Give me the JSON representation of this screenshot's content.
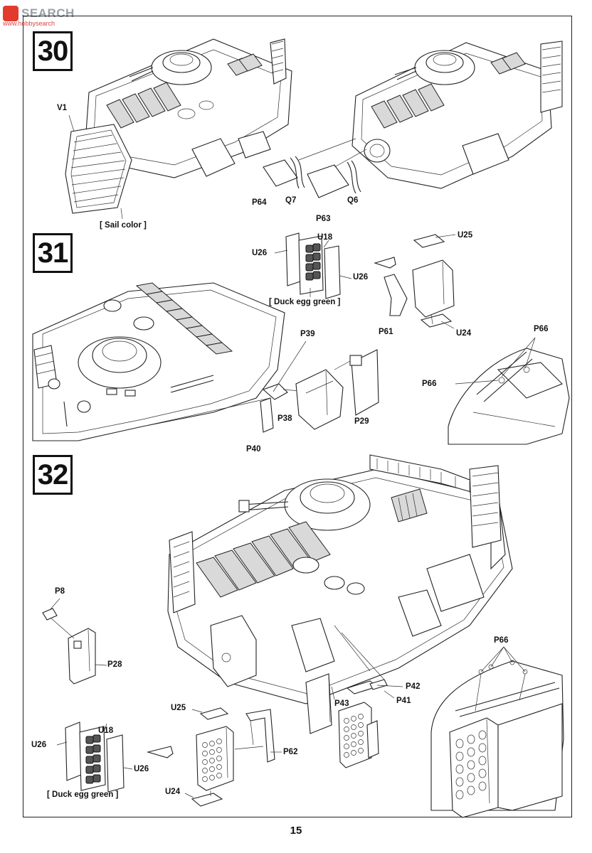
{
  "watermark": {
    "brand": "SEARCH",
    "sub": "www.hobbysearch"
  },
  "page_number": "15",
  "steps": [
    {
      "number": "30",
      "labels": {
        "v1": "V1",
        "p64": "P64",
        "q7": "Q7",
        "p63": "P63",
        "q6": "Q6"
      },
      "note": "[ Sail color ]"
    },
    {
      "number": "31",
      "labels": {
        "u26a": "U26",
        "u18": "U18",
        "u26b": "U26",
        "u25": "U25",
        "p61": "P61",
        "u24": "U24",
        "p39": "P39",
        "p38": "P38",
        "p40": "P40",
        "p29": "P29",
        "p66a": "P66",
        "p66b": "P66"
      },
      "note": "[ Duck egg green ]"
    },
    {
      "number": "32",
      "labels": {
        "p8": "P8",
        "p28": "P28",
        "u25": "U25",
        "u18": "U18",
        "u26a": "U26",
        "u26b": "U26",
        "u24": "U24",
        "p62": "P62",
        "p43": "P43",
        "p42": "P42",
        "p41": "P41",
        "p66": "P66"
      },
      "note": "[ Duck egg green ]"
    }
  ]
}
